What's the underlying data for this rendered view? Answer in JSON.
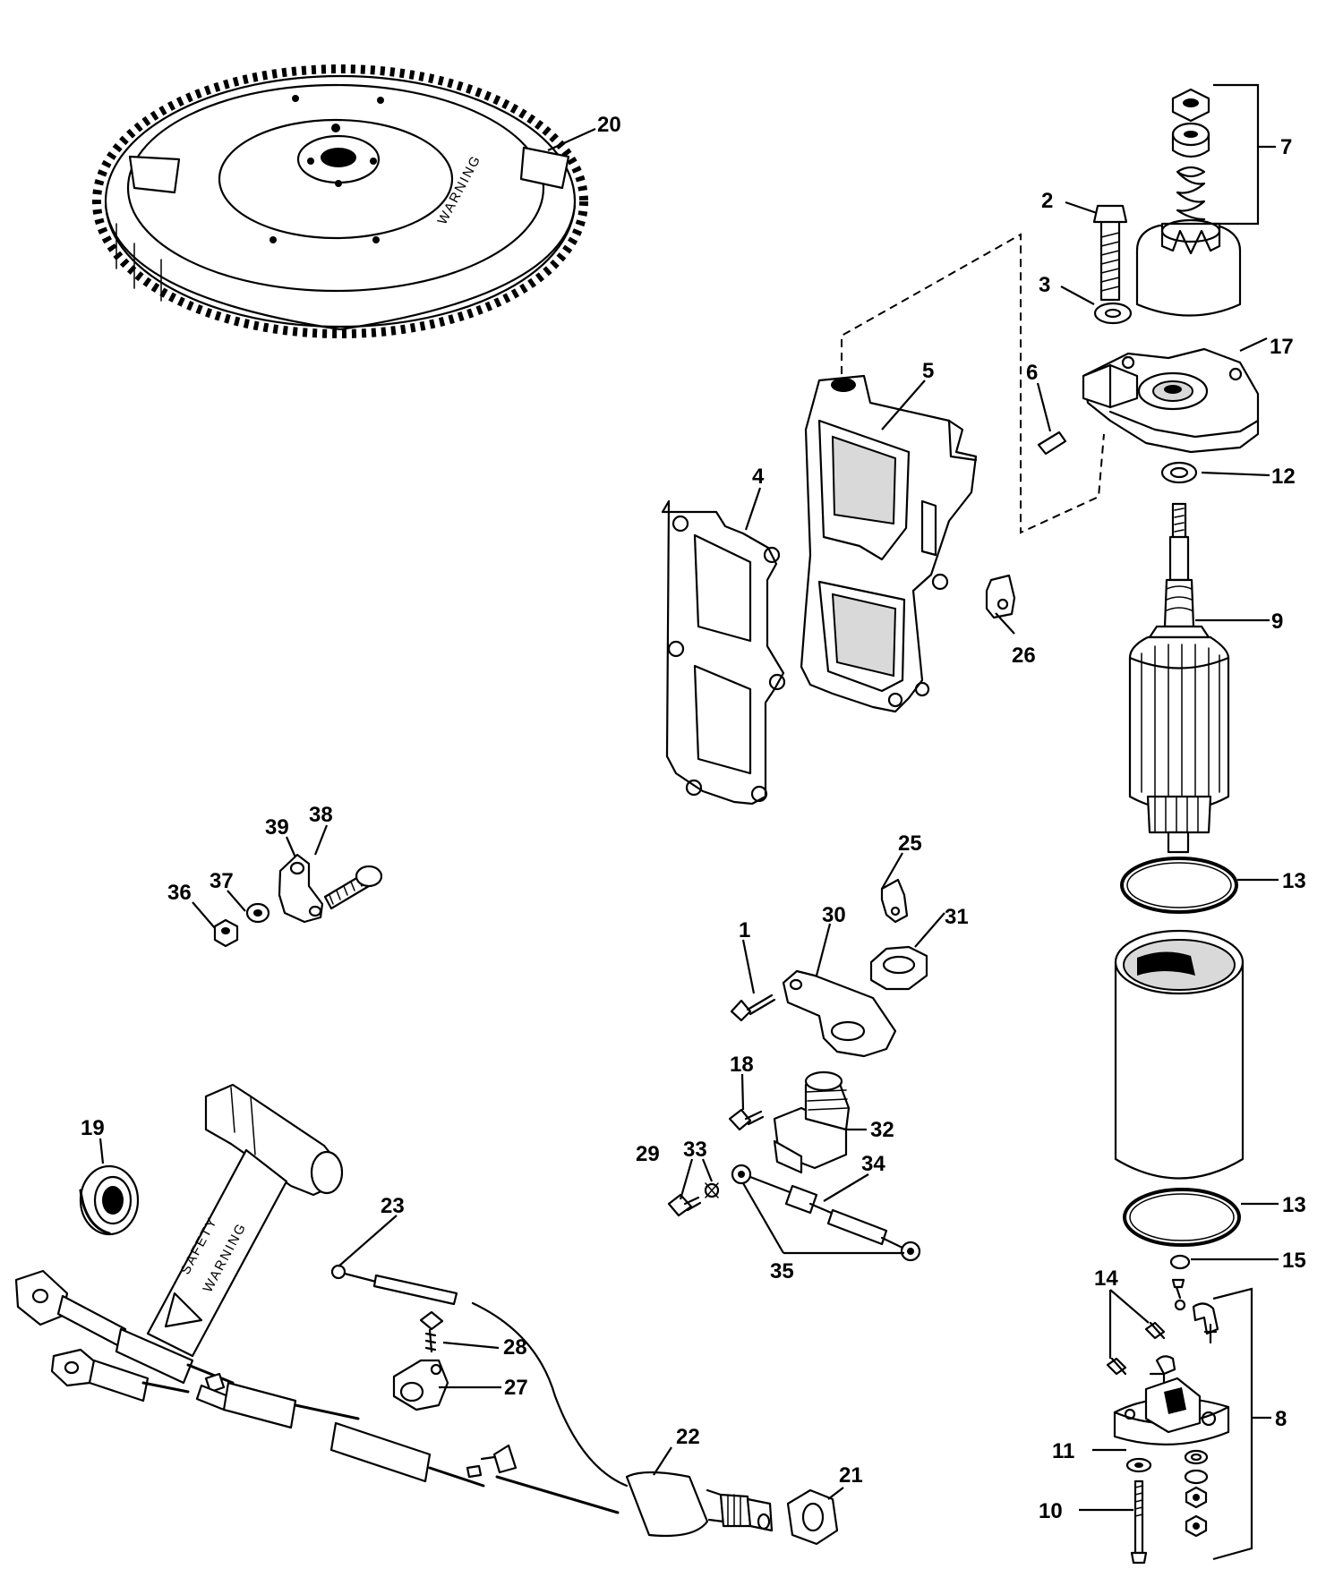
{
  "labels": {
    "p1": "1",
    "p2": "2",
    "p3": "3",
    "p4": "4",
    "p5": "5",
    "p6": "6",
    "p7": "7",
    "p8": "8",
    "p9": "9",
    "p10": "10",
    "p11": "11",
    "p12": "12",
    "p13a": "13",
    "p13b": "13",
    "p14": "14",
    "p15": "15",
    "p17": "17",
    "p18": "18",
    "p19": "19",
    "p20": "20",
    "p21": "21",
    "p22": "22",
    "p23": "23",
    "p25": "25",
    "p26": "26",
    "p27": "27",
    "p28": "28",
    "p29": "29",
    "p30": "30",
    "p31": "31",
    "p32": "32",
    "p33": "33",
    "p34": "34",
    "p35": "35",
    "p36": "36",
    "p37": "37",
    "p38": "38",
    "p39": "39"
  },
  "flywheel_text": "WARNING",
  "safety_tag": {
    "line1": "SAFETY",
    "line2": "WARNING"
  }
}
